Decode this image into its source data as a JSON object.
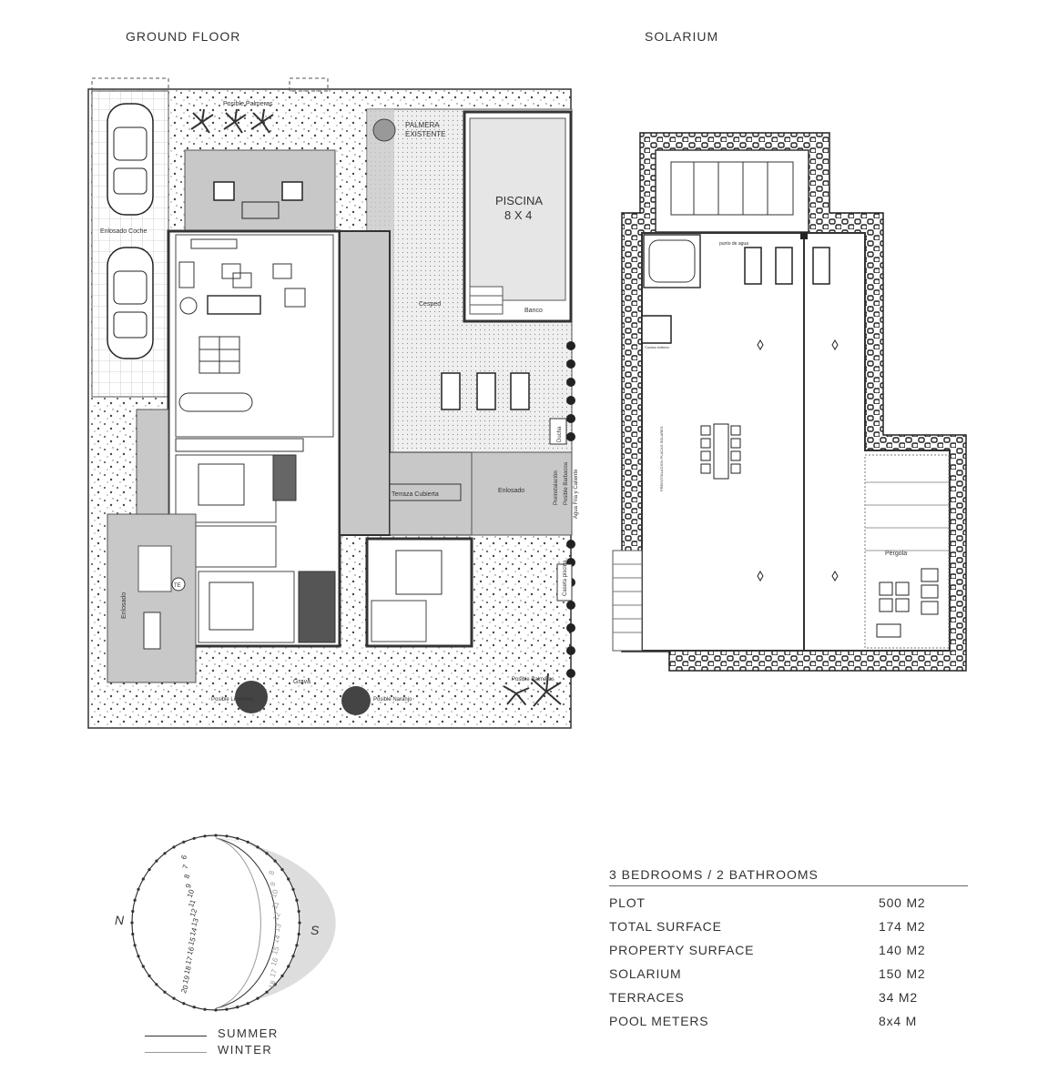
{
  "titles": {
    "ground_floor": "GROUND FLOOR",
    "solarium": "SOLARIUM"
  },
  "ground_labels": {
    "posible_palmeras_top": "Posible Palmeras",
    "palmera_existente_1": "PALMERA",
    "palmera_existente_2": "EXISTENTE",
    "piscina": "PISCINA",
    "piscina_size": "8 X 4",
    "banco": "Banco",
    "cesped": "Cesped",
    "enlosado_coche": "Enlosado Coche",
    "terraza_cubierta": "Terraza Cubierta",
    "enlosado_mid": "Enlosado",
    "enlosado_left": "Enlosado",
    "preinstalacion": "Preinstalación",
    "pista_barbacoa": "Posible Barbacoa",
    "agua_fria": "Agua Fria y Caliente",
    "ducha": "Ducha",
    "caseta_piscina": "Caseta piscina",
    "grava": "Grava",
    "posible_limonero": "Posible Limonero",
    "posible_naranjo": "Posible Naranjo",
    "posible_palmeras_bottom": "Posible Palmeras",
    "te": "TE"
  },
  "solarium_labels": {
    "punto_agua": "punto de agua",
    "pergola": "Pérgola",
    "cocina_exterior": "Cocina exterior",
    "preinstalacion_placas": "PREINSTALACION PLACAS SOLARES"
  },
  "sun_diagram": {
    "north": "N",
    "south": "S",
    "summer_hours": [
      "6",
      "7",
      "8",
      "9",
      "10",
      "11",
      "12",
      "13",
      "14",
      "15",
      "16",
      "17",
      "18",
      "19",
      "20"
    ],
    "winter_hours": [
      "8",
      "9",
      "10",
      "11",
      "12",
      "13",
      "14",
      "15",
      "16",
      "17",
      "18"
    ],
    "legend": {
      "summer": "SUMMER",
      "winter": "WINTER"
    },
    "colors": {
      "summer": "#333333",
      "winter": "#999999",
      "shade": "#dddddd"
    }
  },
  "specs": {
    "header": "3 BEDROOMS / 2 BATHROOMS",
    "rows": [
      {
        "label": "PLOT",
        "value": "500 M2"
      },
      {
        "label": "TOTAL SURFACE",
        "value": "174 M2"
      },
      {
        "label": "PROPERTY SURFACE",
        "value": "140 M2"
      },
      {
        "label": "SOLARIUM",
        "value": "150 M2"
      },
      {
        "label": "TERRACES",
        "value": "34 M2"
      },
      {
        "label": "POOL METERS",
        "value": "8x4 M"
      }
    ]
  },
  "colors": {
    "wall": "#333333",
    "terrace": "#c8c8c8",
    "pool": "#e6e6e6",
    "tile": "#555555"
  }
}
